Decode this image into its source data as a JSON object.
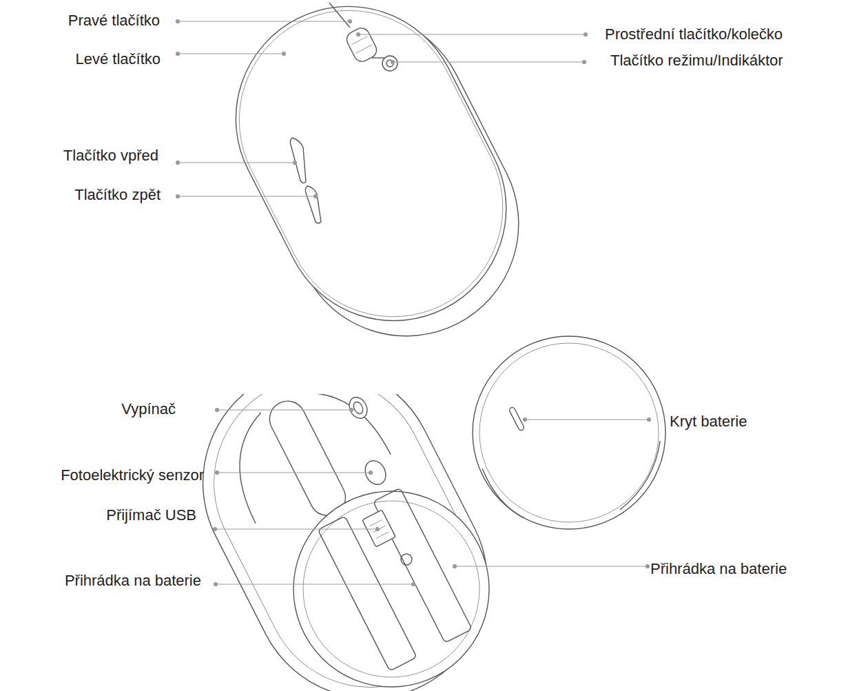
{
  "diagram": {
    "labels": [
      "Pravé tlačítko",
      "Levé tlačítko",
      "Prostřední tlačítko/kolečko",
      "Tlačítko režimu/Indikáktor",
      "Tlačítko vpřed",
      "Tlačítko zpět",
      "Vypínač",
      "Kryt baterie",
      "Fotoelektrický senzor",
      "Přijímač USB",
      "Přihrádka na baterie",
      "Přihrádka na baterie"
    ]
  }
}
